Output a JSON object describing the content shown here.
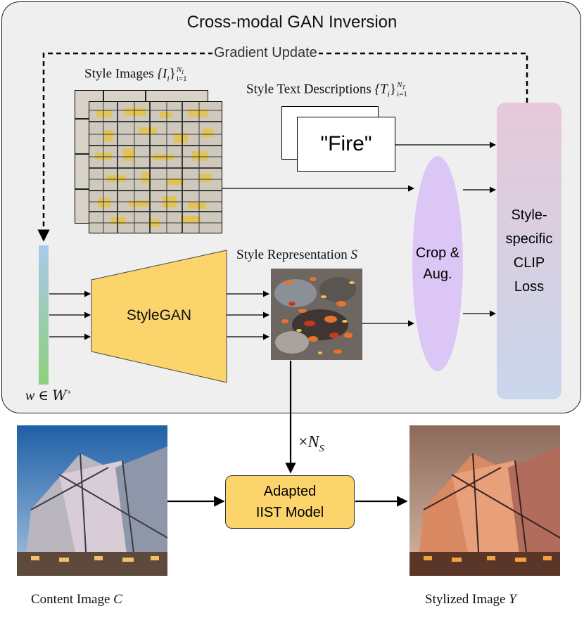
{
  "panel": {
    "title": "Cross-modal GAN Inversion",
    "gradient_label": "Gradient Update"
  },
  "style_images": {
    "label_prefix": "Style Images",
    "label_math": "{I",
    "label_math_sub": "i",
    "label_math_close": "}",
    "label_sup": "N",
    "label_sup_sub": "I",
    "label_sub": "i=1"
  },
  "style_text": {
    "label_prefix": "Style Text Descriptions",
    "label_math": "{T",
    "label_math_sub": "i",
    "label_math_close": "}",
    "label_sup": "N",
    "label_sup_sub": "T",
    "label_sub": "i=1",
    "card_text": "\"Fire\""
  },
  "crop_aug": {
    "line1": "Crop &",
    "line2": "Aug."
  },
  "clip_loss": {
    "line1": "Style-",
    "line2": "specific",
    "line3": "CLIP",
    "line4": "Loss"
  },
  "latent": {
    "label_w": "w",
    "label_in": "∈",
    "label_space": "W",
    "label_plus": "+"
  },
  "stylegan": {
    "label": "StyleGAN"
  },
  "style_rep": {
    "label_prefix": "Style Representation",
    "label_math": "S"
  },
  "multiplier": {
    "times": "×",
    "n": "N",
    "sub": "S"
  },
  "iist": {
    "line1": "Adapted",
    "line2": "IIST Model"
  },
  "content": {
    "label_prefix": "Content Image",
    "label_math": "C"
  },
  "stylized": {
    "label_prefix": "Stylized Image",
    "label_math": "Y"
  },
  "colors": {
    "panel_bg": "#efefef",
    "stylegan_fill": "#fcd46c",
    "crop_fill": "#dcc6f5",
    "clip_top": "#e6c9d8",
    "clip_bottom": "#c9d6ec",
    "latent_top": "#a9c9ec",
    "latent_bottom": "#8dd07a"
  }
}
